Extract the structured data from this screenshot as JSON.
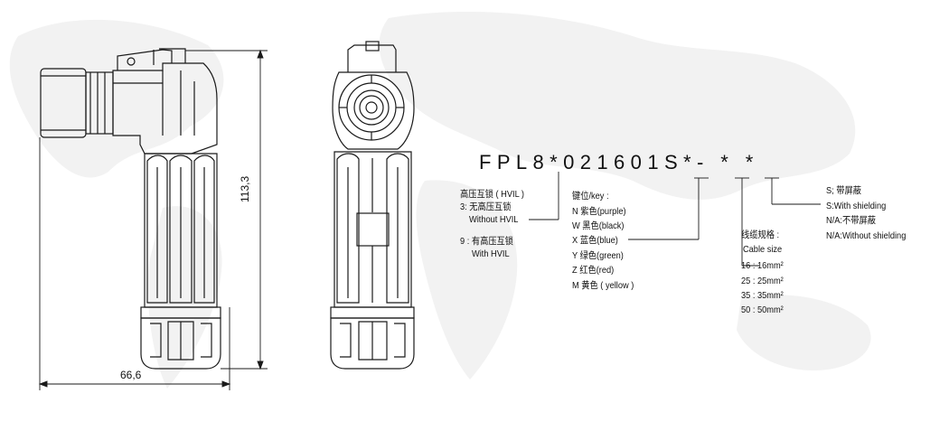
{
  "part_number": "FPL8*021601S*-  *  *",
  "dimensions": {
    "width": "66,6",
    "height": "113,3"
  },
  "hvil": {
    "title": "高压互锁 ( HVIL )",
    "opt3_line1": "3:  无高压互锁",
    "opt3_line2": "Without HVIL",
    "opt9_line1": "9 : 有高压互锁",
    "opt9_line2": "With HVIL"
  },
  "key": {
    "title": "键位/key :",
    "items": [
      "N 紫色(purple)",
      "W 黑色(black)",
      "X 蓝色(blue)",
      "Y 绿色(green)",
      "Z 红色(red)",
      "M 黄色 ( yellow )"
    ]
  },
  "cable": {
    "title_cn": "线缆规格 :",
    "title_en": "Cable size",
    "items": [
      "16 : 16mm²",
      "25 : 25mm²",
      "35 : 35mm²",
      "50 : 50mm²"
    ]
  },
  "shield": {
    "items": [
      "S; 带屏蔽",
      "S:With shielding",
      "N/A:不带屏蔽",
      "N/A:Without shielding"
    ]
  },
  "colors": {
    "line": "#1a1a1a",
    "background": "#ffffff",
    "map_watermark": "#f1f1f1"
  }
}
